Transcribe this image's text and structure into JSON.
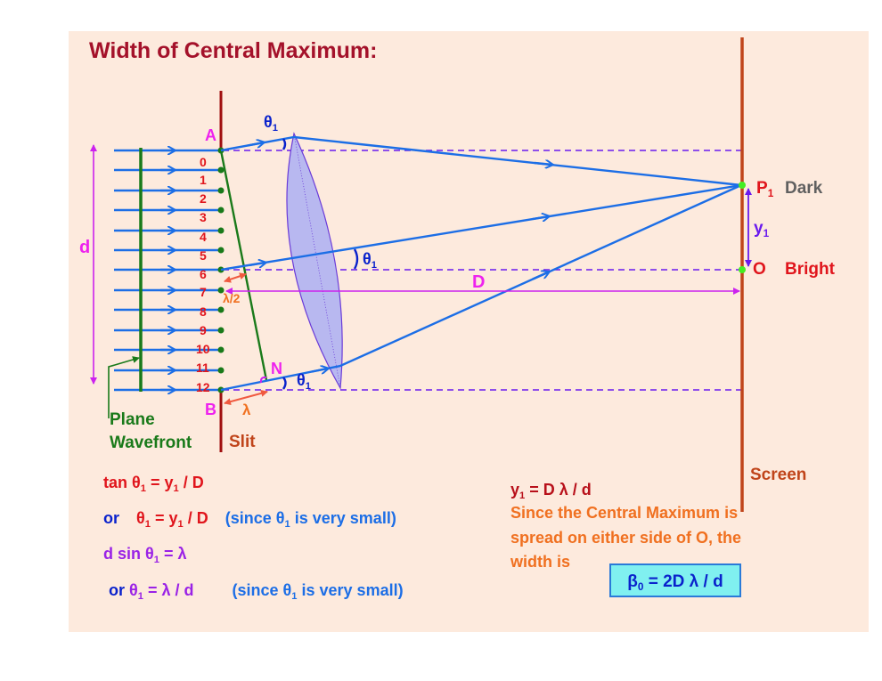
{
  "title": "Width of Central Maximum:",
  "diagram": {
    "points": {
      "A": "A",
      "B": "B",
      "N": "N",
      "P1": "P",
      "P1_sub": "1",
      "O": "O"
    },
    "strip_numbers": [
      "0",
      "1",
      "2",
      "3",
      "4",
      "5",
      "6",
      "7",
      "8",
      "9",
      "10",
      "11",
      "12"
    ],
    "theta": "θ",
    "theta_sub": "1",
    "dimension_d": "d",
    "dimension_D": "D",
    "y1": "y",
    "y1_sub": "1",
    "lambda": "λ",
    "lambda_half": "λ/2",
    "plane_wavefront_line1": "Plane",
    "plane_wavefront_line2": "Wavefront",
    "slit": "Slit",
    "screen": "Screen",
    "dark": "Dark",
    "bright": "Bright"
  },
  "equations_left": [
    {
      "parts": [
        "tan θ",
        "1",
        " = y",
        "1",
        " / D"
      ]
    },
    {
      "prefix": "or",
      "parts": [
        "θ",
        "1",
        " = y",
        "1",
        " / D"
      ],
      "note": [
        "(since θ",
        "1",
        " is very small)"
      ]
    },
    {
      "parts": [
        "d sin θ",
        "1",
        " = λ"
      ]
    },
    {
      "prefix": "or",
      "parts": [
        "θ",
        "1",
        " = λ / d"
      ],
      "note": [
        "(since θ",
        "1",
        " is very small)"
      ]
    }
  ],
  "equations_right": {
    "y1_eq": [
      "y",
      "1",
      " = D λ / d"
    ],
    "explanation_line1": "Since the Central Maximum is",
    "explanation_line2": "spread on either side of O, the",
    "explanation_line3": "width is",
    "result": [
      "β",
      "0",
      " = 2D λ / d"
    ]
  },
  "colors": {
    "background": "#fdeadd",
    "title": "#a4112a",
    "rays": "#1c6ee6",
    "wavefront": "#1a7a1a",
    "slit": "#a01010",
    "screen": "#c0441a",
    "lens_fill": "#b8b8f0",
    "guide": "#aa22ee",
    "result_box": "#80f0f0"
  }
}
